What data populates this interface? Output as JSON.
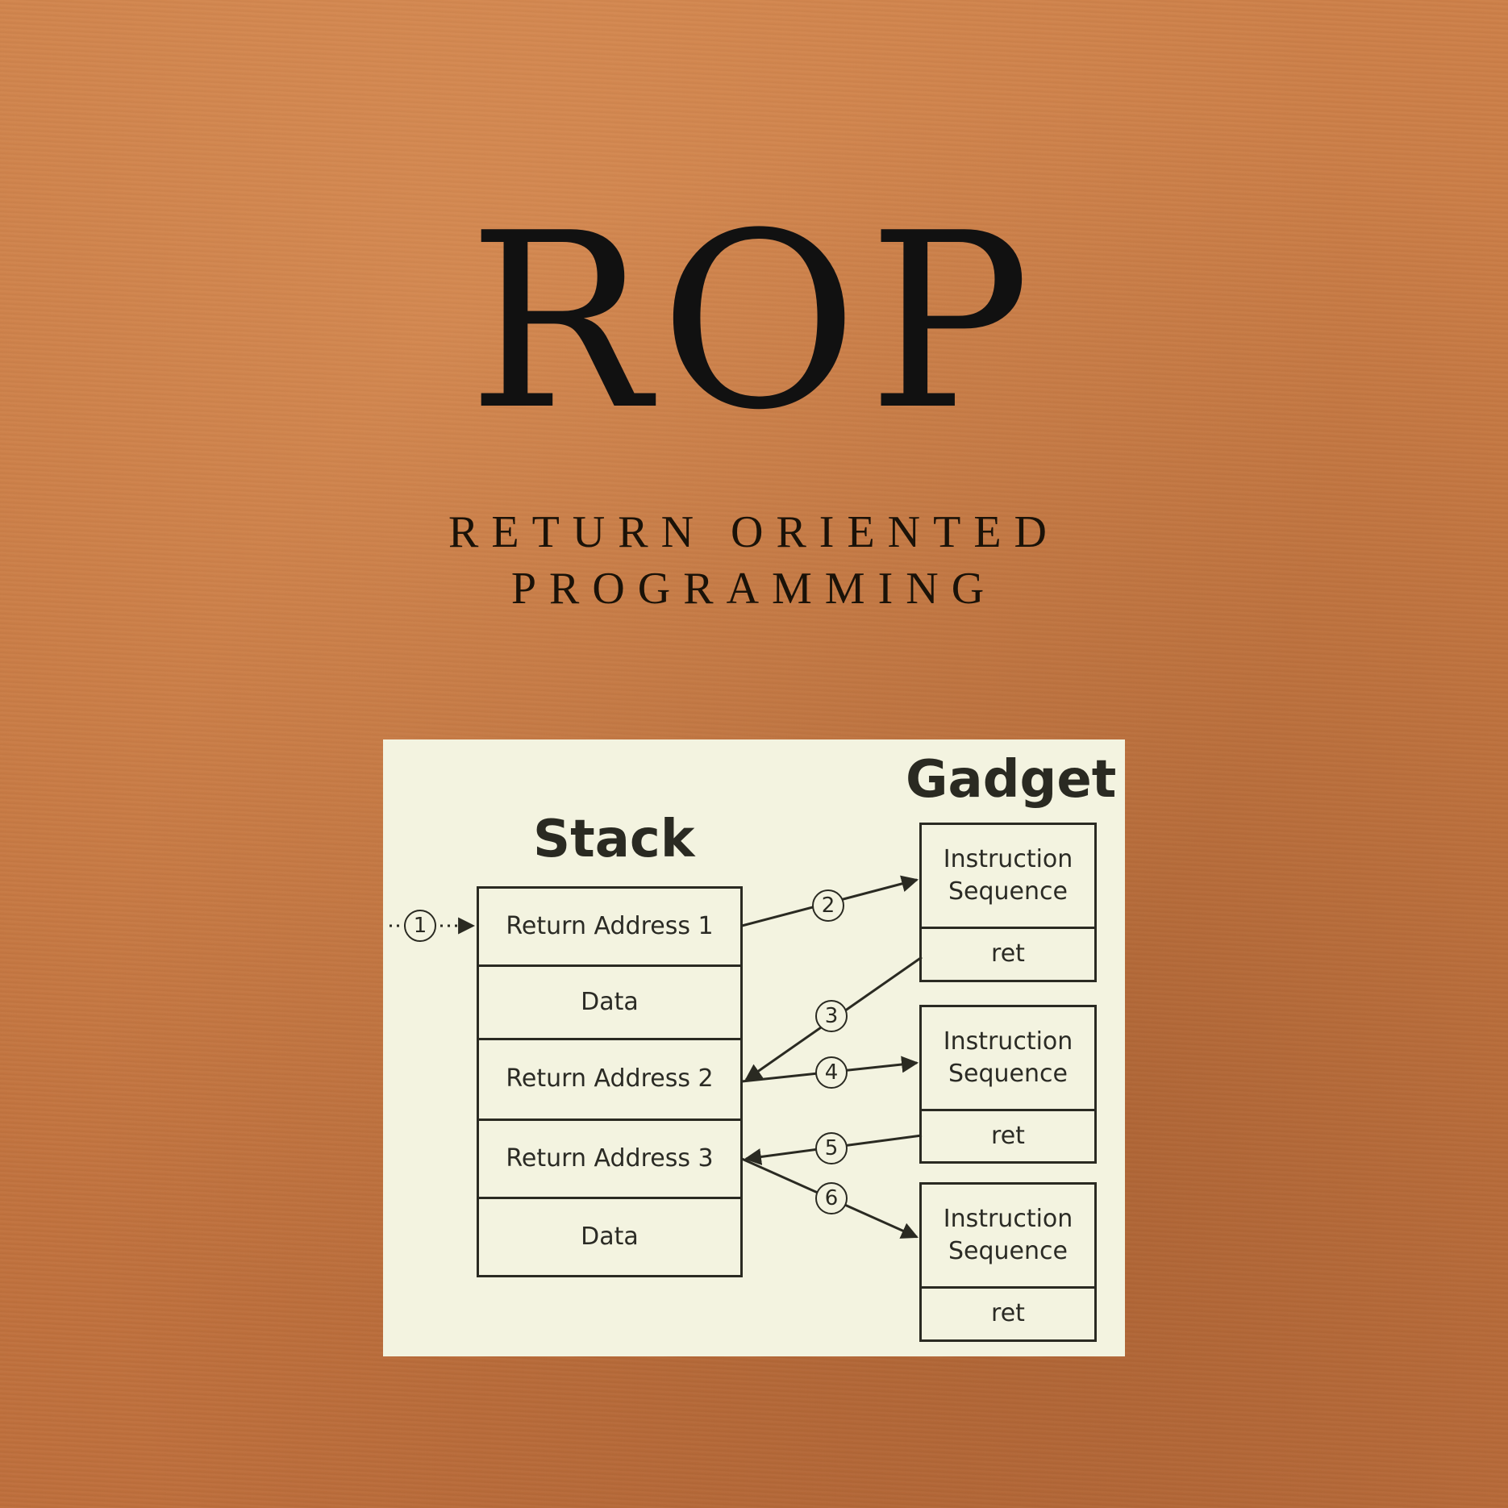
{
  "title": "ROP",
  "subtitle_line1": "RETURN ORIENTED",
  "subtitle_line2": "PROGRAMMING",
  "diagram": {
    "stack_heading": "Stack",
    "gadget_heading": "Gadget",
    "stack_cells": [
      "Return Address 1",
      "Data",
      "Return Address 2",
      "Return Address 3",
      "Data"
    ],
    "gadgets": [
      {
        "instruction": "Instruction Sequence",
        "ret": "ret"
      },
      {
        "instruction": "Instruction Sequence",
        "ret": "ret"
      },
      {
        "instruction": "Instruction Sequence",
        "ret": "ret"
      }
    ],
    "steps": [
      "1",
      "2",
      "3",
      "4",
      "5",
      "6"
    ]
  }
}
